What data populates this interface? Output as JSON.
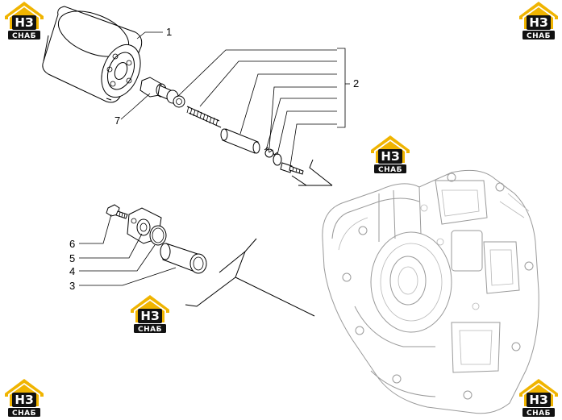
{
  "callouts": [
    {
      "id": "1",
      "text": "1"
    },
    {
      "id": "2",
      "text": "2"
    },
    {
      "id": "3",
      "text": "3"
    },
    {
      "id": "4",
      "text": "4"
    },
    {
      "id": "5",
      "text": "5"
    },
    {
      "id": "6",
      "text": "6"
    },
    {
      "id": "7",
      "text": "7"
    }
  ],
  "watermark": {
    "brand": "НЗ",
    "subtitle": "СНАБ",
    "accent_color": "#f0b400",
    "plate_color": "#111111"
  },
  "colors": {
    "line": "#000000",
    "housing": "#9a9a9a",
    "background": "#ffffff"
  }
}
